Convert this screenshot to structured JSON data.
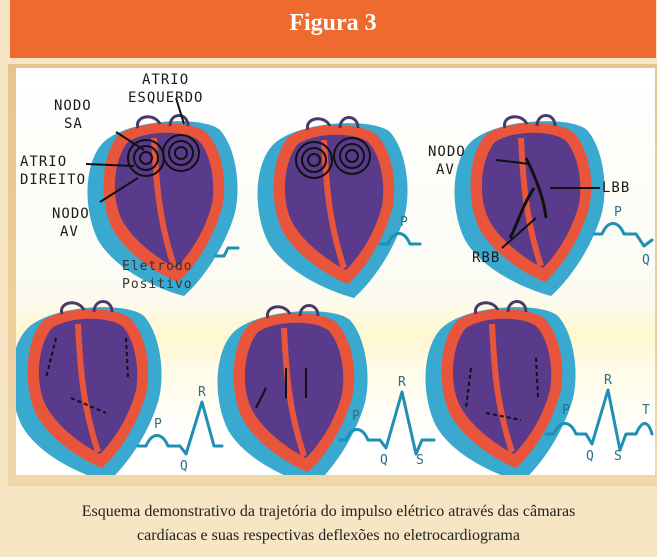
{
  "header": {
    "title": "Figura 3"
  },
  "labels": {
    "atrio_esquerdo_1": "ATRIO",
    "atrio_esquerdo_2": "ESQUERDO",
    "nodo_sa_1": "NODO",
    "nodo_sa_2": "SA",
    "atrio_direito_1": "ATRIO",
    "atrio_direito_2": "DIREITO",
    "nodo_av_1": "NODO",
    "nodo_av_2": "AV",
    "eletrodo_1": "Eletrodo",
    "eletrodo_2": "Positivo",
    "nodo_av3_1": "NODO",
    "nodo_av3_2": "AV",
    "lbb": "LBB",
    "rbb": "RBB"
  },
  "waves": {
    "w2": [
      "P"
    ],
    "w3": [
      "P",
      "Q"
    ],
    "w4": [
      "P",
      "R",
      "Q"
    ],
    "w5": [
      "P",
      "R",
      "Q",
      "S"
    ],
    "w6": [
      "P",
      "R",
      "Q",
      "S",
      "T"
    ]
  },
  "caption": {
    "line1": "Esquema demonstrativo da trajetória do impulso elétrico através das câmaras",
    "line2": "cardíacas e suas respectivas deflexões no eletrocardiograma"
  },
  "colors": {
    "header": "#ee6a2e",
    "heart_shadow": "#3aa9cf",
    "heart_outer": "#e8553a",
    "heart_inner": "#5a3a8a",
    "wave": "#1f8fb5"
  }
}
